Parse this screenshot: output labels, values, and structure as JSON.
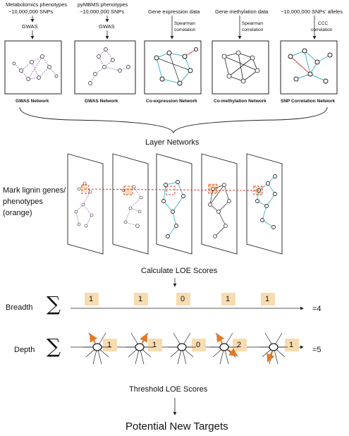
{
  "top_inputs": [
    {
      "line1": "Metabolomics phenotypes",
      "line2": "~10,000,000 SNPs",
      "method": "GWAS",
      "method2": "",
      "network": "GWAS Network"
    },
    {
      "line1": "pyMBMS phenotypes",
      "line2": "~10,000,000 SNPs",
      "method": "GWAS",
      "method2": "",
      "network": "GWAS Network"
    },
    {
      "line1": "Gene expression data",
      "line2": "",
      "method": "Spearman",
      "method2": "correlation",
      "network": "Co-expression Network"
    },
    {
      "line1": "Gene methylation data",
      "line2": "",
      "method": "Spearman",
      "method2": "correlation",
      "network": "Co-methylation Network"
    },
    {
      "line1": "~10,000,000 SNPs' alleles",
      "line2": "",
      "method": "CCC",
      "method2": "correlation",
      "network": "SNP Correlation Network"
    }
  ],
  "layer_networks_label": "Layer Networks",
  "mark_label": [
    "Mark lignin genes/",
    "phenotypes",
    "(orange)"
  ],
  "calculate_label": "Calculate LOE Scores",
  "breadth": {
    "label": "Breadth",
    "sigma": "∑",
    "values": [
      "1",
      "1",
      "0",
      "1",
      "1"
    ],
    "total": "=4"
  },
  "depth": {
    "label": "Depth",
    "sigma": "∑",
    "values": [
      "1",
      "1",
      "0",
      "2",
      "1"
    ],
    "total": "=5"
  },
  "threshold_label": "Threshold LOE Scores",
  "final_label": "Potential New Targets",
  "colors": {
    "orange_box": "#f7dcb0",
    "orange_arrow": "#e07b2a",
    "teal_edge": "#41b6c4",
    "purple_edge": "#8a4fa3",
    "red_dash": "#e03a2f"
  }
}
